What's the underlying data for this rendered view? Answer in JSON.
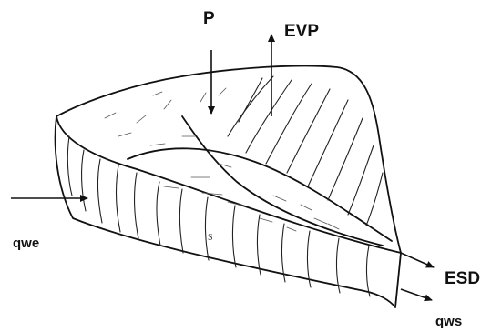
{
  "labels": {
    "precipitation": "P",
    "evaporation": "EVP",
    "inflow": "qwe",
    "discharge": "ESD",
    "outflow": "qws",
    "storage": "S"
  }
}
